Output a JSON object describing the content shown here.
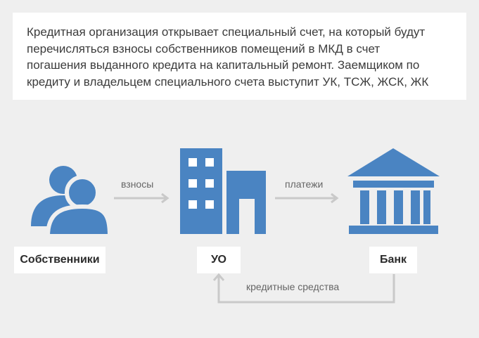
{
  "description": {
    "lines": [
      "Кредитная организация открывает специальный счет, на который будут",
      "перечисляться взносы собственников помещений в МКД в счет",
      "погашения выданного кредита на капитальный ремонт. Заемщиком по",
      "кредиту и владельцем специального счета выступит УК, ТСЖ, ЖСК, ЖК"
    ]
  },
  "entities": {
    "owners": {
      "label": "Собственники",
      "icon": "people-icon"
    },
    "uo": {
      "label": "УО",
      "icon": "building-icon"
    },
    "bank": {
      "label": "Банк",
      "icon": "bank-icon"
    }
  },
  "flows": {
    "owners_to_uo": "взносы",
    "uo_to_bank": "платежи",
    "bank_to_uo": "кредитные средства"
  },
  "colors": {
    "icon": "#4a84c2",
    "arrow": "#c9c9c9",
    "background": "#efefef",
    "box": "#ffffff",
    "text": "#3c3c3c"
  }
}
